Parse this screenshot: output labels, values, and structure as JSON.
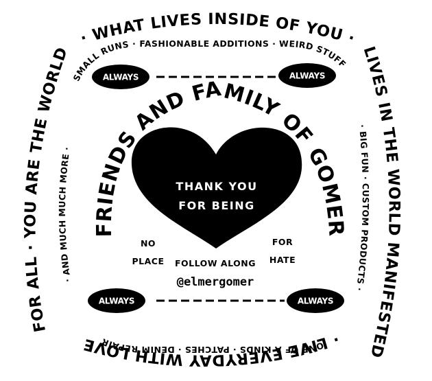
{
  "outer_ring": {
    "top": "· WHAT LIVES INSIDE OF YOU ·",
    "right": "LIVES IN THE WORLD MANIFESTED",
    "bottom": "· LIVE EVERYDAY WITH LOVE",
    "left": "FOR ALL · YOU ARE THE WORLD"
  },
  "inner_ring": {
    "top": "SMALL RUNS · FASHIONABLE ADDITIONS · WEIRD STUFF",
    "right": "· BIG FUN · CUSTOM PRODUCTS ·",
    "bottom": "ONE OF A KINDS · PATCHES · DENIM REPAIR",
    "left": "· AND MUCH MUCH MORE ·"
  },
  "arch_text": "FRIENDS AND FAMILY OF GOMER",
  "heart": {
    "line1": "THANK YOU",
    "line2": "FOR BEING"
  },
  "left_phrase": {
    "line1": "NO",
    "line2": "PLACE"
  },
  "right_phrase": {
    "line1": "FOR",
    "line2": "HATE"
  },
  "follow": "FOLLOW ALONG",
  "handle": "@elmergomer",
  "badge_text": "ALWAYS",
  "colors": {
    "ink": "#000000",
    "paper": "#ffffff"
  }
}
